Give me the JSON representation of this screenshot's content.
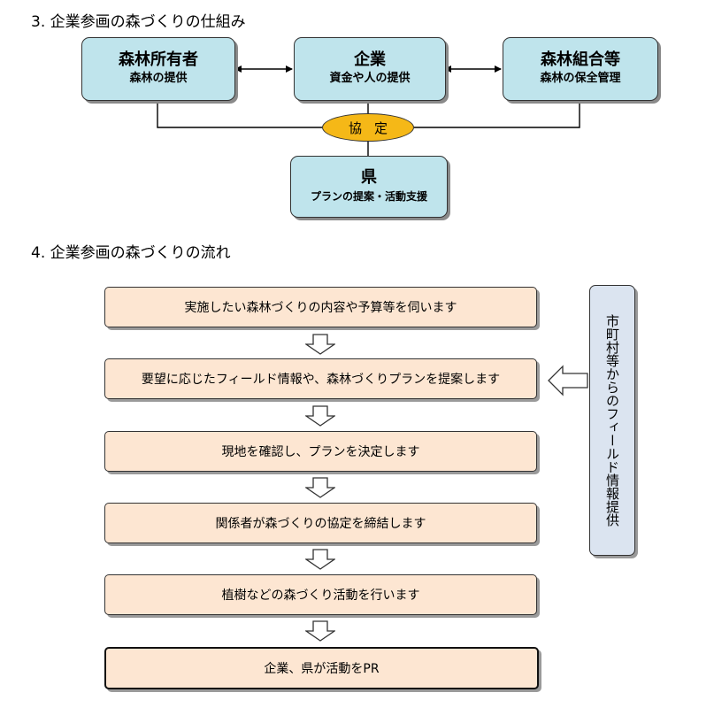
{
  "section3": {
    "heading": "3. 企業参画の森づくりの仕組み",
    "owner": {
      "name": "森林所有者",
      "role": "森林の提供"
    },
    "company": {
      "name": "企業",
      "role": "資金や人の提供"
    },
    "union": {
      "name": "森林組合等",
      "role": "森林の保全管理"
    },
    "agreement": "協定",
    "prefecture": {
      "name": "県",
      "role": "プランの提案・活動支援"
    }
  },
  "section4": {
    "heading": "4. 企業参画の森づくりの流れ",
    "steps": [
      "実施したい森林づくりの内容や予算等を伺います",
      "要望に応じたフィールド情報や、森林づくりプランを提案します",
      "現地を確認し、プランを決定します",
      "関係者が森づくりの協定を締結します",
      "植樹などの森づくり活動を行います",
      "企業、県が活動をPR"
    ],
    "side_note": "市町村等からのフィールド情報提供"
  },
  "colors": {
    "org_box": "#bfe4ec",
    "agreement": "#f5b817",
    "step_box": "#fde6d2",
    "side_box": "#dbe4f0"
  }
}
